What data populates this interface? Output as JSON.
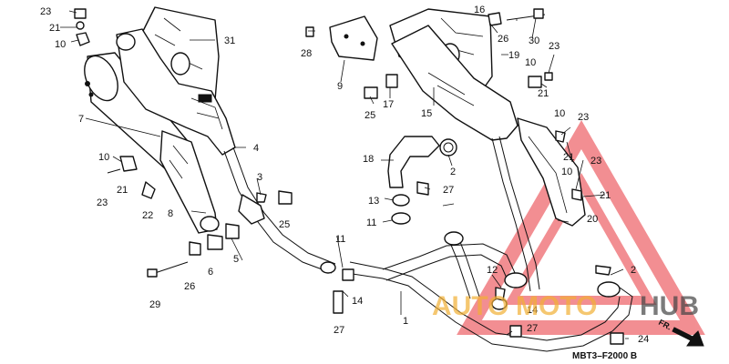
{
  "diagram": {
    "reference_code": "MBT3–F2000 B",
    "direction_label": "FR.",
    "callouts": [
      "1",
      "2",
      "3",
      "4",
      "5",
      "6",
      "7",
      "8",
      "9",
      "10",
      "11",
      "12",
      "13",
      "14",
      "15",
      "16",
      "17",
      "18",
      "19",
      "20",
      "21",
      "22",
      "23",
      "24",
      "25",
      "26",
      "27",
      "28",
      "29",
      "30",
      "31"
    ]
  },
  "watermark": {
    "text_part_1": "AUTO",
    "text_part_2": "MOTO",
    "text_part_3": "HUB",
    "color_primary": "#e8333a",
    "color_secondary": "#f2b035",
    "color_tertiary": "#111111"
  }
}
